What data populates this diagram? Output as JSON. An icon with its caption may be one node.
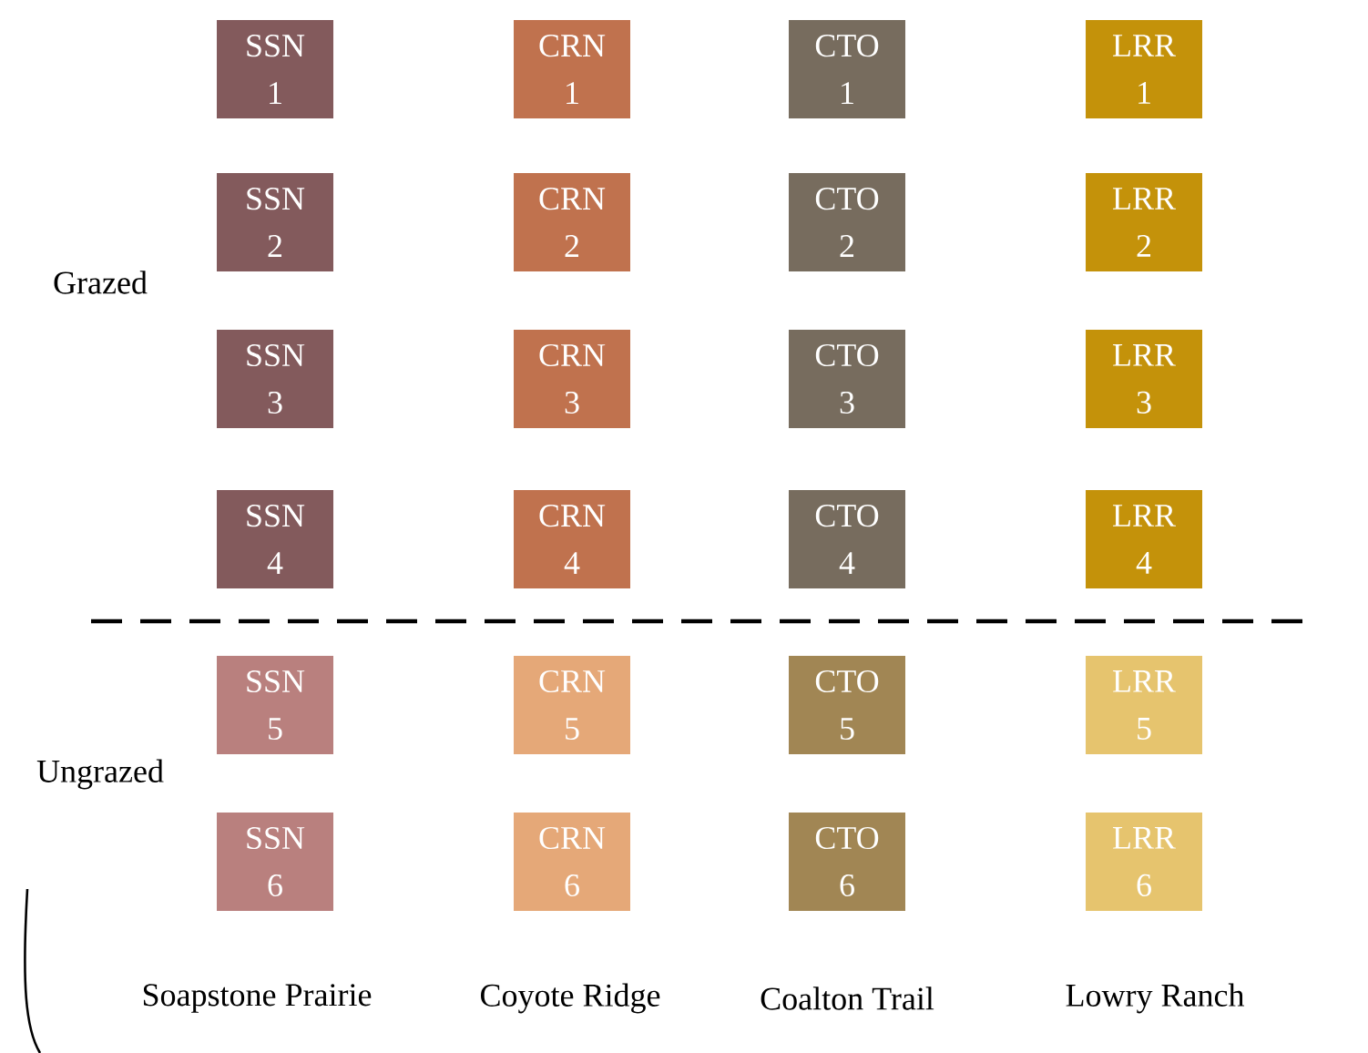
{
  "diagram": {
    "nodes": [
      {
        "text": [
          "SSN 1"
        ]
      },
      {
        "text": [
          "CRN 1"
        ]
      },
      {
        "text": [
          "CTO 1"
        ]
      },
      {
        "text": [
          "LRR 1"
        ]
      },
      {
        "text": [
          "SSN 2"
        ]
      },
      {
        "text": [
          "CRN 2"
        ]
      },
      {
        "text": [
          "CTO 2"
        ]
      },
      {
        "text": [
          "LRR 2"
        ]
      },
      {
        "text": [
          "SSN 3"
        ]
      },
      {
        "text": [
          "CRN 3"
        ]
      },
      {
        "text": [
          "CTO 3"
        ]
      },
      {
        "text": [
          "LRR 3"
        ]
      },
      {
        "text": [
          "SSN 4"
        ]
      },
      {
        "text": [
          "CRN 4"
        ]
      },
      {
        "text": [
          "CTO 4"
        ]
      },
      {
        "text": [
          "LRR 4"
        ]
      },
      {
        "text": [
          "SSN 5"
        ]
      },
      {
        "text": [
          "CRN 5"
        ]
      },
      {
        "text": [
          "CTO 5"
        ]
      },
      {
        "text": [
          "LRR 5"
        ]
      },
      {
        "text": [
          "SSN 6"
        ]
      },
      {
        "text": [
          "CRN 6"
        ]
      },
      {
        "text": [
          "CTO 6"
        ]
      },
      {
        "text": [
          "LRR 6"
        ]
      }
    ],
    "labels": [
      "Grazed",
      "Ungrazed",
      "Soapstone Prairie",
      "Coyote Ridge",
      "Coalton Trail",
      "Lowry Ranch"
    ]
  }
}
